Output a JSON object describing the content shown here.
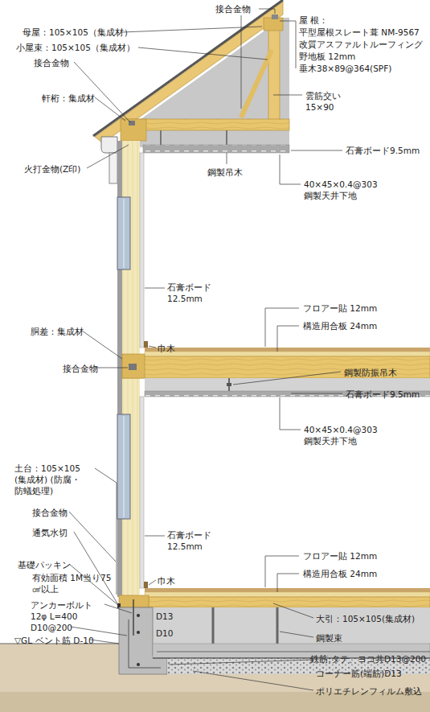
{
  "diagram": {
    "labels": [
      "接合金物",
      "屋 根：",
      "平型屋根スレート葺 NM-9567",
      "改質アスファルトルーフィング",
      "野地板 12mm",
      "垂木38×89@364(SPF)",
      "雲筋交い 15×90",
      "母屋：105×105（集成材）",
      "小屋束：105×105（集成材）",
      "接合金物",
      "軒桁：集成材",
      "火打金物(Z印)",
      "鋼製吊木",
      "石膏ボード9.5mm",
      "40×45×0.4@303 鋼製天井下地",
      "石膏ボード 12.5mm",
      "フロアー貼 12mm",
      "構造用合板 24mm",
      "胴差：集成材",
      "巾木",
      "接合金物",
      "鋼製防振吊木",
      "石膏ボード9.5mm",
      "40×45×0.4@303 鋼製天井下地",
      "土台：105×105 (集成材) (防腐・防蟻処理)",
      "接合金物",
      "通気水切",
      "石膏ボード 12.5mm",
      "フロアー貼 12mm",
      "構造用合板 24mm",
      "巾木",
      "基礎パッキン",
      "有効面積 1M当り75㎠以上",
      "アンカーボルト 12φ L=400",
      "D13",
      "D10",
      "D10@200",
      "▽GL",
      "ベント筋 D-10",
      "大引：105×105(集成材)",
      "鋼製束",
      "鉄筋:タテ、ヨコ共D13@200",
      "コーナー筋(端筋)D13",
      "ポリエチレンフィルム敷込"
    ]
  }
}
